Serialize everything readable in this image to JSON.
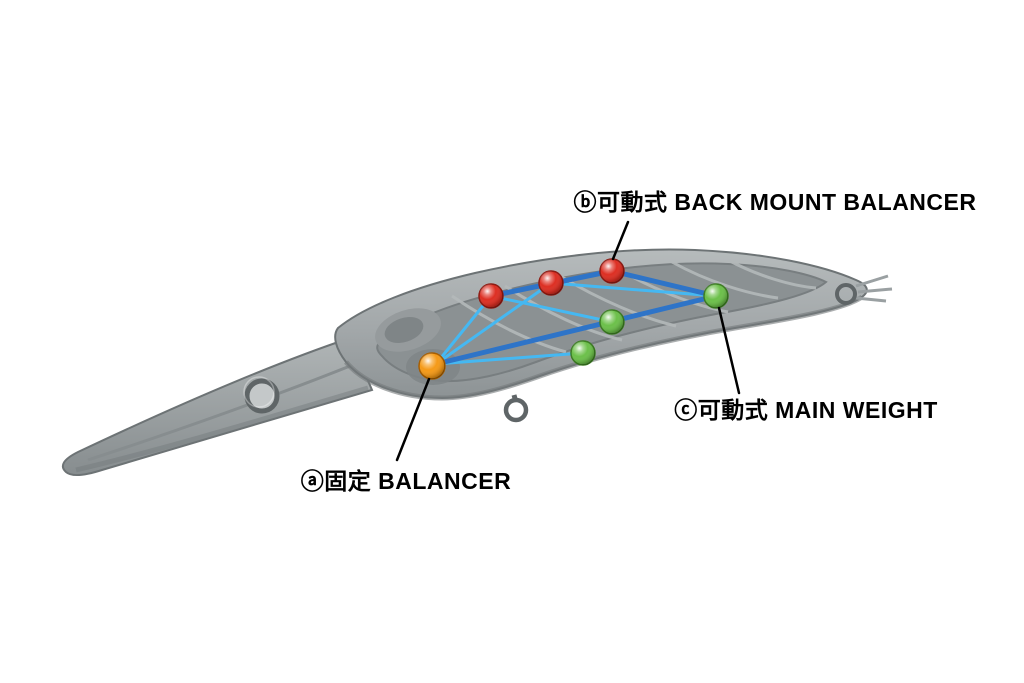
{
  "figure": {
    "description": "Cutaway diagram of a crankbait fishing lure showing internal weight / balancer system",
    "background": "#ffffff"
  },
  "labels": {
    "back_mount_balancer": "ⓑ可動式 BACK MOUNT BALANCER",
    "main_weight": "ⓒ可動式 MAIN WEIGHT",
    "fixed_balancer": "ⓐ固定 BALANCER"
  },
  "weights": {
    "fixed_balancer": {
      "color_name": "orange",
      "count": 1,
      "marker": "ⓐ"
    },
    "back_mount_balancer": {
      "color_name": "red",
      "count": 3,
      "marker": "ⓑ"
    },
    "main_weight": {
      "color_name": "green",
      "count": 3,
      "marker": "ⓒ"
    }
  },
  "colors": {
    "body": "#a4a9ab",
    "body_light": "#b3b8b9",
    "body_outline": "#6d7375",
    "body_shadow": "#747a7c",
    "cavity": "#8b9193",
    "cavity_edge": "#787e80",
    "rib": "#b4b9ba",
    "eyelet": "#5f6567",
    "track_dark_blue": "#2e74c8",
    "track_light_blue": "#45b8f2",
    "ball_red": "#dd2f23",
    "ball_red_dark": "#8e1a12",
    "ball_green": "#6cc04a",
    "ball_green_dark": "#3c7d22",
    "ball_orange": "#f59a18",
    "ball_orange_dark": "#a65d00",
    "leader_line": "#000000",
    "label_text": "#000000"
  }
}
